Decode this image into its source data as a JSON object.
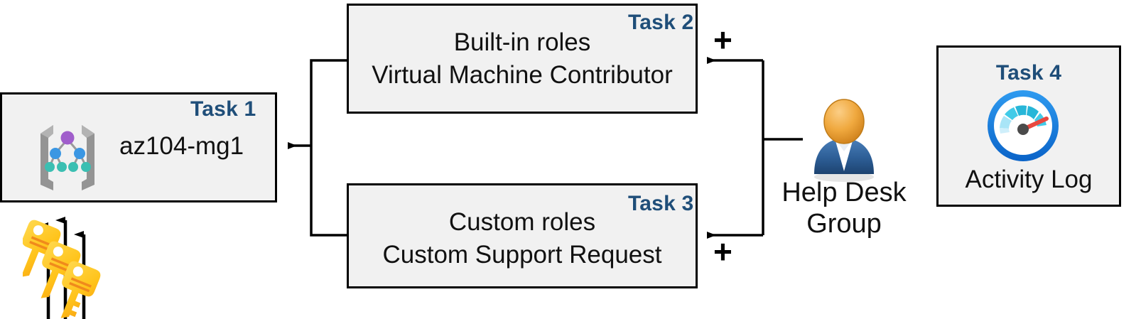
{
  "diagram": {
    "title": "Azure RBAC task diagram",
    "background": "#ffffff",
    "accent_color": "#1f4e79",
    "box_fill": "#f1f1f1",
    "box_border": "#000000"
  },
  "boxes": [
    {
      "id": "task1",
      "task_label": "Task 1",
      "lines": [
        "az104-mg1"
      ],
      "icon": "management-group-icon"
    },
    {
      "id": "task2",
      "task_label": "Task 2",
      "lines": [
        "Built-in roles",
        "Virtual Machine Contributor"
      ],
      "icon": null
    },
    {
      "id": "task3",
      "task_label": "Task 3",
      "lines": [
        "Custom roles",
        "Custom Support Request"
      ],
      "icon": null
    },
    {
      "id": "task4",
      "task_label": "Task 4",
      "lines": [
        "Activity Log"
      ],
      "icon": "activity-log-gauge-icon"
    }
  ],
  "actor": {
    "icon": "user-group-icon",
    "label_line1": "Help Desk",
    "label_line2": "Group"
  },
  "operators": {
    "plus_task2": "+",
    "plus_task3": "+"
  },
  "decorations": {
    "keys_icon": "three-keys-icon",
    "keys_count": 3
  },
  "icon_colors": {
    "mg_bracket": "#949494",
    "mg_root_node": "#a05ecb",
    "mg_mid_node": "#3b97e3",
    "mg_leaf_node": "#3bbfb2",
    "gauge_ring": "#0f7ae0",
    "gauge_segment_dark": "#27b6d8",
    "gauge_segment_light": "#a9e5f7",
    "gauge_needle": "#e8483f",
    "user_head": "#efa13c",
    "user_body": "#2e5f96",
    "key_body": "#ffc820",
    "key_shade": "#f7a81b"
  }
}
